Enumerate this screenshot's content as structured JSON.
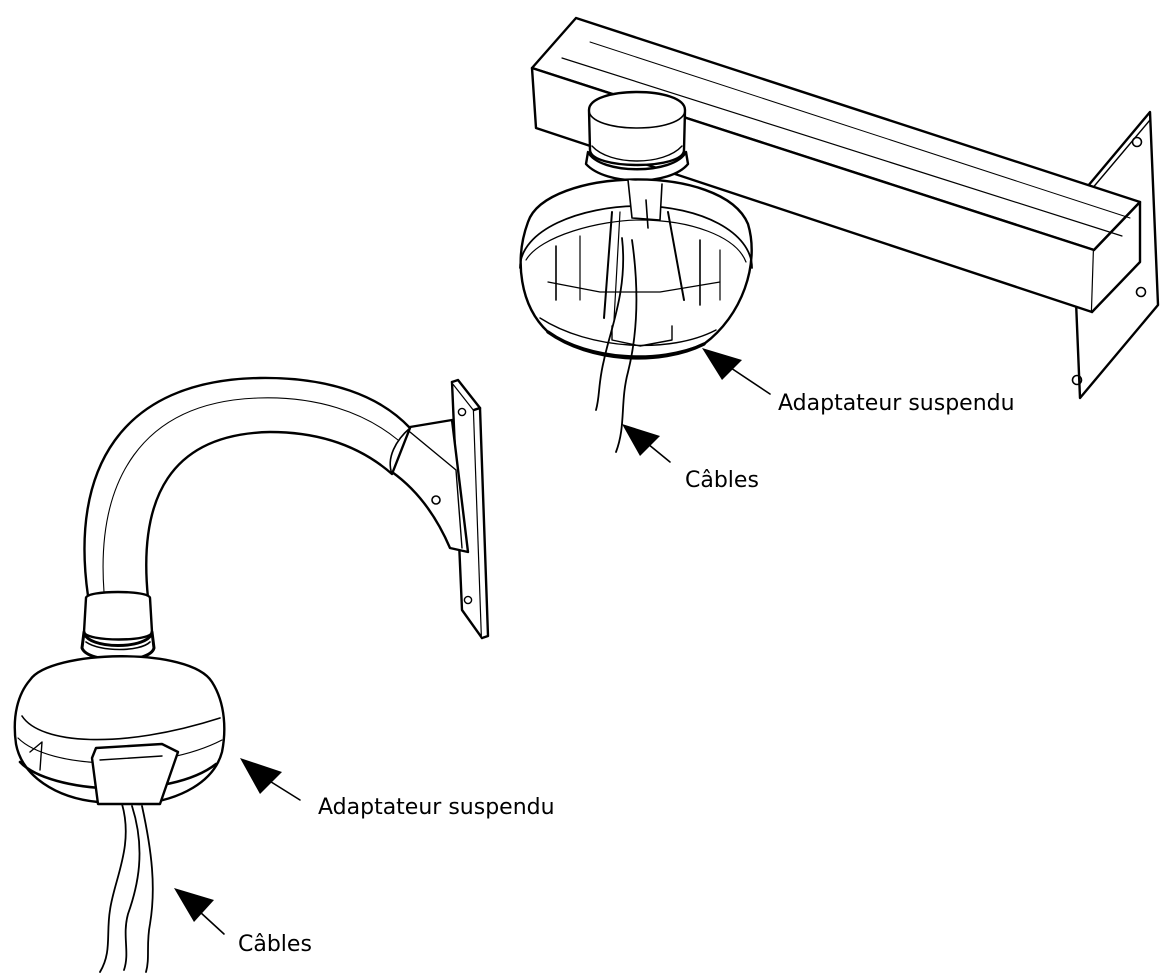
{
  "callouts": {
    "upper_adapter": "Adaptateur suspendu",
    "upper_cables": "Câbles",
    "lower_adapter": "Adaptateur suspendu",
    "lower_cables": "Câbles"
  },
  "colors": {
    "line": "#000000",
    "fill": "#ffffff",
    "pointer": "#000000"
  }
}
